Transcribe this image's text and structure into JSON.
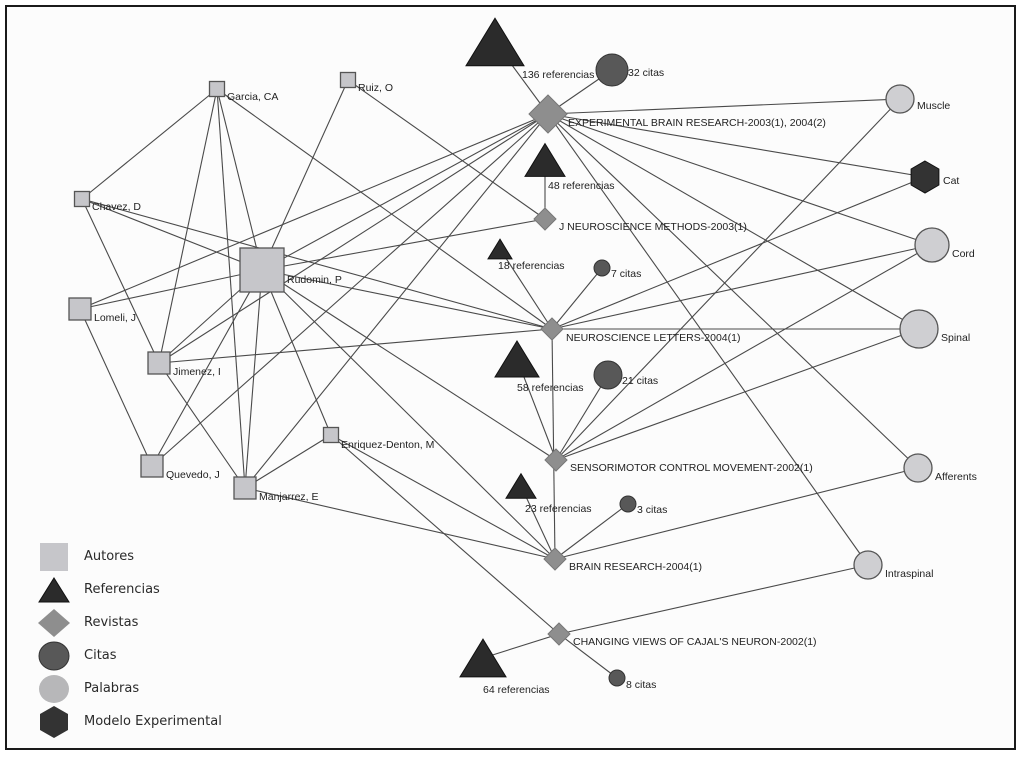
{
  "figure": {
    "colors": {
      "autor": "#c6c6ca",
      "referencia": "#2b2b2b",
      "revista": "#8e8e8e",
      "cita": "#585858",
      "palabra": "#cfcfd2",
      "modelo": "#333333",
      "edge": "#4a4a4a"
    },
    "nodes": [
      {
        "id": "garcia",
        "type": "autor",
        "label": "Garcia, CA"
      },
      {
        "id": "ruiz",
        "type": "autor",
        "label": "Ruiz, O"
      },
      {
        "id": "chavez",
        "type": "autor",
        "label": "Chavez, D"
      },
      {
        "id": "rudomin",
        "type": "autor",
        "label": "Rudomin, P"
      },
      {
        "id": "lomeli",
        "type": "autor",
        "label": "Lomeli, J"
      },
      {
        "id": "jimenez",
        "type": "autor",
        "label": "Jimenez, I"
      },
      {
        "id": "enriquez",
        "type": "autor",
        "label": "Enriquez-Denton, M"
      },
      {
        "id": "quevedo",
        "type": "autor",
        "label": "Quevedo, J"
      },
      {
        "id": "manjarrez",
        "type": "autor",
        "label": "Manjarrez, E"
      },
      {
        "id": "ebr",
        "type": "revista",
        "label": "EXPERIMENTAL BRAIN RESEARCH-2003(1), 2004(2)"
      },
      {
        "id": "jnm",
        "type": "revista",
        "label": "J NEUROSCIENCE METHODS-2003(1)"
      },
      {
        "id": "nl",
        "type": "revista",
        "label": "NEUROSCIENCE LETTERS-2004(1)"
      },
      {
        "id": "scm",
        "type": "revista",
        "label": "SENSORIMOTOR CONTROL MOVEMENT-2002(1)"
      },
      {
        "id": "br",
        "type": "revista",
        "label": "BRAIN RESEARCH-2004(1)"
      },
      {
        "id": "cvcn",
        "type": "revista",
        "label": "CHANGING VIEWS OF CAJAL'S NEURON-2002(1)"
      },
      {
        "id": "ref136",
        "type": "referencia",
        "label": "136 referencias"
      },
      {
        "id": "ref48",
        "type": "referencia",
        "label": "48 referencias"
      },
      {
        "id": "ref18",
        "type": "referencia",
        "label": "18 referencias"
      },
      {
        "id": "ref58",
        "type": "referencia",
        "label": "58 referencias"
      },
      {
        "id": "ref23",
        "type": "referencia",
        "label": "23 referencias"
      },
      {
        "id": "ref64",
        "type": "referencia",
        "label": "64 referencias"
      },
      {
        "id": "cit32",
        "type": "cita",
        "label": "32 citas"
      },
      {
        "id": "cit7",
        "type": "cita",
        "label": "7 citas"
      },
      {
        "id": "cit21",
        "type": "cita",
        "label": "21 citas"
      },
      {
        "id": "cit3",
        "type": "cita",
        "label": "3 citas"
      },
      {
        "id": "cit8",
        "type": "cita",
        "label": "8 citas"
      },
      {
        "id": "muscle",
        "type": "palabra",
        "label": "Muscle"
      },
      {
        "id": "cord",
        "type": "palabra",
        "label": "Cord"
      },
      {
        "id": "spinal",
        "type": "palabra",
        "label": "Spinal"
      },
      {
        "id": "afferents",
        "type": "palabra",
        "label": "Afferents"
      },
      {
        "id": "intraspinal",
        "type": "palabra",
        "label": "Intraspinal"
      },
      {
        "id": "cat",
        "type": "modelo",
        "label": "Cat"
      }
    ],
    "edges": [
      [
        "garcia",
        "chavez"
      ],
      [
        "garcia",
        "jimenez"
      ],
      [
        "garcia",
        "rudomin"
      ],
      [
        "garcia",
        "manjarrez"
      ],
      [
        "garcia",
        "nl"
      ],
      [
        "ruiz",
        "rudomin"
      ],
      [
        "ruiz",
        "jnm"
      ],
      [
        "chavez",
        "jimenez"
      ],
      [
        "chavez",
        "rudomin"
      ],
      [
        "chavez",
        "nl"
      ],
      [
        "lomeli",
        "rudomin"
      ],
      [
        "lomeli",
        "quevedo"
      ],
      [
        "lomeli",
        "ebr"
      ],
      [
        "jimenez",
        "rudomin"
      ],
      [
        "jimenez",
        "manjarrez"
      ],
      [
        "jimenez",
        "nl"
      ],
      [
        "jimenez",
        "ebr"
      ],
      [
        "quevedo",
        "rudomin"
      ],
      [
        "quevedo",
        "ebr"
      ],
      [
        "manjarrez",
        "rudomin"
      ],
      [
        "manjarrez",
        "enriquez"
      ],
      [
        "manjarrez",
        "ebr"
      ],
      [
        "manjarrez",
        "br"
      ],
      [
        "enriquez",
        "rudomin"
      ],
      [
        "enriquez",
        "cvcn"
      ],
      [
        "rudomin",
        "ebr"
      ],
      [
        "rudomin",
        "jnm"
      ],
      [
        "rudomin",
        "nl"
      ],
      [
        "rudomin",
        "scm"
      ],
      [
        "rudomin",
        "br"
      ],
      [
        "enriquez",
        "br"
      ],
      [
        "ebr",
        "ref136"
      ],
      [
        "ebr",
        "cit32"
      ],
      [
        "ebr",
        "muscle"
      ],
      [
        "ebr",
        "cat"
      ],
      [
        "ebr",
        "cord"
      ],
      [
        "ebr",
        "spinal"
      ],
      [
        "ebr",
        "afferents"
      ],
      [
        "ebr",
        "intraspinal"
      ],
      [
        "jnm",
        "ref48"
      ],
      [
        "nl",
        "ref18"
      ],
      [
        "nl",
        "cit7"
      ],
      [
        "nl",
        "cat"
      ],
      [
        "nl",
        "cord"
      ],
      [
        "nl",
        "spinal"
      ],
      [
        "scm",
        "ref58"
      ],
      [
        "scm",
        "cit21"
      ],
      [
        "scm",
        "cord"
      ],
      [
        "scm",
        "spinal"
      ],
      [
        "scm",
        "muscle"
      ],
      [
        "br",
        "ref23"
      ],
      [
        "br",
        "cit3"
      ],
      [
        "br",
        "afferents"
      ],
      [
        "br",
        "nl"
      ],
      [
        "cvcn",
        "ref64"
      ],
      [
        "cvcn",
        "cit8"
      ],
      [
        "cvcn",
        "intraspinal"
      ]
    ]
  },
  "legend": {
    "items": [
      {
        "type": "autor",
        "label": "Autores"
      },
      {
        "type": "referencia",
        "label": "Referencias"
      },
      {
        "type": "revista",
        "label": "Revistas"
      },
      {
        "type": "cita",
        "label": "Citas"
      },
      {
        "type": "palabra",
        "label": "Palabras"
      },
      {
        "type": "modelo",
        "label": "Modelo Experimental"
      }
    ]
  }
}
